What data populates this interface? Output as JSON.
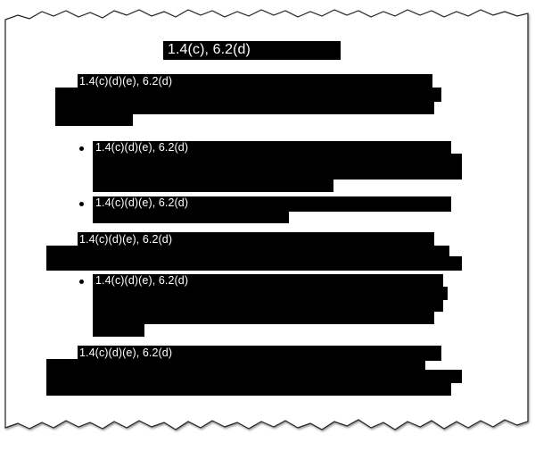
{
  "document": {
    "title_code": "1.4(c), 6.2(d)",
    "blocks": [
      {
        "type": "paragraph",
        "code": "1.4(c)(d)(e), 6.2(d)"
      },
      {
        "type": "bullet",
        "code": "1.4(c)(d)(e), 6.2(d)"
      },
      {
        "type": "bullet",
        "code": "1.4(c)(d)(e), 6.2(d)"
      },
      {
        "type": "paragraph",
        "code": "1.4(c)(d)(e), 6.2(d)"
      },
      {
        "type": "bullet",
        "code": "1.4(c)(d)(e), 6.2(d)"
      },
      {
        "type": "paragraph",
        "code": "1.4(c)(d)(e), 6.2(d)"
      }
    ]
  }
}
